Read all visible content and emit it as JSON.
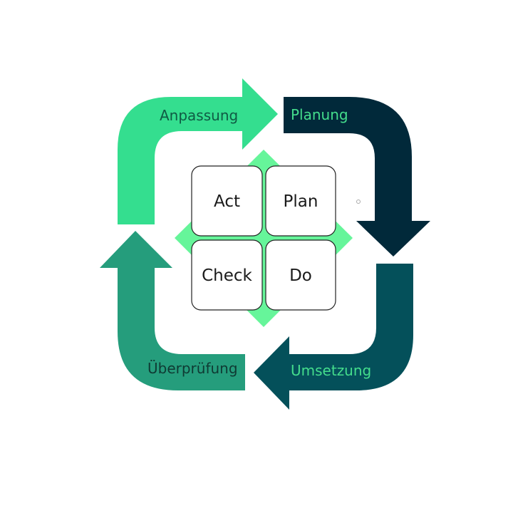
{
  "arrows": {
    "anpassung": {
      "label": "Anpassung",
      "fill": "#34DE8F",
      "text_color": "#0F5B44"
    },
    "planung": {
      "label": "Planung",
      "fill": "#01293A",
      "text_color": "#44DD8C"
    },
    "umsetzung": {
      "label": "Umsetzung",
      "fill": "#04505A",
      "text_color": "#44DD8C"
    },
    "ueberpruefung": {
      "label": "Überprüfung",
      "fill": "#259D7C",
      "text_color": "#0F3A33"
    }
  },
  "center": {
    "diamond_color": "#66F59A",
    "boxes": {
      "act": "Act",
      "plan": "Plan",
      "check": "Check",
      "do": "Do"
    }
  }
}
